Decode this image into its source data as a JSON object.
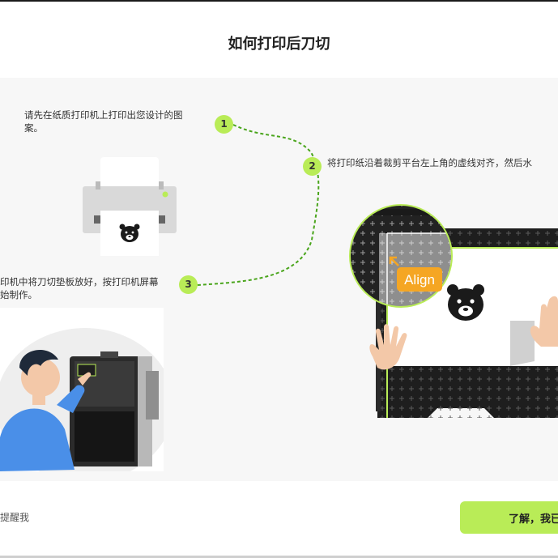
{
  "dialog": {
    "title": "如何打印后刀切"
  },
  "steps": [
    {
      "number": "1",
      "text_line1": "请先在纸质打印机上打印出您设计的图",
      "text_line2": "案。"
    },
    {
      "number": "2",
      "text_line1": "将打印纸沿着裁剪平台左上角的虚线对齐，然后水"
    },
    {
      "number": "3",
      "text_line1": "印机中将刀切垫板放好，按打印机屏幕",
      "text_line2": "始制作。"
    }
  ],
  "illustration": {
    "align_label": "Align"
  },
  "footer": {
    "remind_label": "提醒我",
    "confirm_label": "了解，我已"
  },
  "colors": {
    "accent": "#b9ec57",
    "align_orange": "#f5a623",
    "mat_dark": "#1e1e1e"
  }
}
